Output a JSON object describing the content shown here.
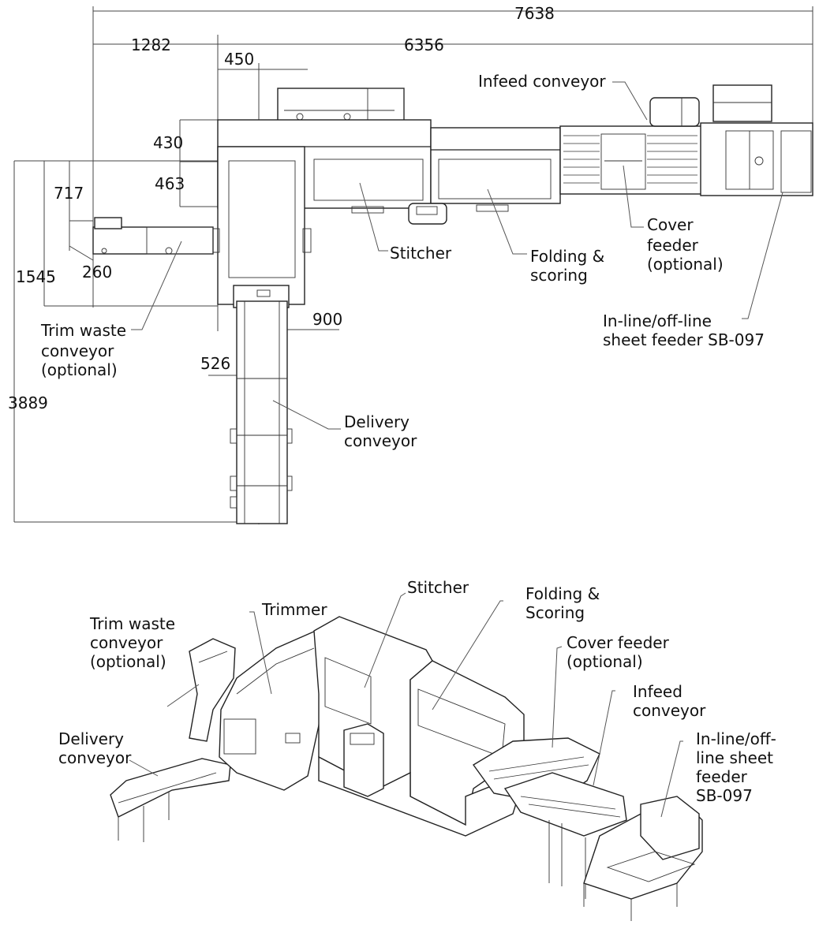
{
  "dimensions": {
    "overall_width": "7638",
    "left_offset": "1282",
    "main_width": "6356",
    "col_450": "450",
    "d430": "430",
    "d463": "463",
    "d717": "717",
    "d260": "260",
    "d1545": "1545",
    "d900": "900",
    "d526": "526",
    "d3889": "3889"
  },
  "plan_labels": {
    "infeed": "Infeed conveyor",
    "stitcher": "Stitcher",
    "folding_1": "Folding &",
    "folding_2": "scoring",
    "cover_1": "Cover",
    "cover_2": "feeder",
    "cover_3": "(optional)",
    "sheet_1": "In-line/off-line",
    "sheet_2": "sheet feeder SB-097",
    "trim_1": "Trim waste",
    "trim_2": "conveyor",
    "trim_3": "(optional)",
    "delivery_1": "Delivery",
    "delivery_2": "conveyor"
  },
  "iso_labels": {
    "trimmer": "Trimmer",
    "stitcher": "Stitcher",
    "folding_1": "Folding &",
    "folding_2": "Scoring",
    "trim_1": "Trim waste",
    "trim_2": "conveyor",
    "trim_3": "(optional)",
    "cover_1": "Cover feeder",
    "cover_2": "(optional)",
    "infeed_1": "Infeed",
    "infeed_2": "conveyor",
    "delivery_1": "Delivery",
    "delivery_2": "conveyor",
    "sheet_1": "In-line/off-",
    "sheet_2": "line sheet",
    "sheet_3": "feeder",
    "sheet_4": "SB-097"
  }
}
